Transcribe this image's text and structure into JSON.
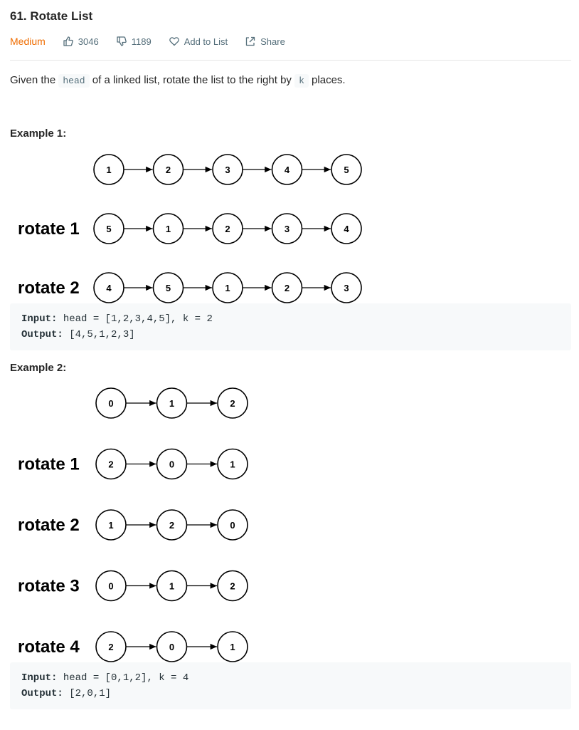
{
  "problem": {
    "title": "61. Rotate List",
    "difficulty": "Medium",
    "difficulty_color": "#ef6c00",
    "likes": "3046",
    "dislikes": "1189",
    "add_to_list": "Add to List",
    "share": "Share"
  },
  "description": {
    "prefix": "Given the ",
    "code1": "head",
    "middle": " of a linked list, rotate the list to the right by ",
    "code2": "k",
    "suffix": " places."
  },
  "example1": {
    "heading": "Example 1:",
    "rows": [
      {
        "label": "",
        "nodes": [
          "1",
          "2",
          "3",
          "4",
          "5"
        ]
      },
      {
        "label": "rotate 1",
        "nodes": [
          "5",
          "1",
          "2",
          "3",
          "4"
        ]
      },
      {
        "label": "rotate 2",
        "nodes": [
          "4",
          "5",
          "1",
          "2",
          "3"
        ]
      }
    ],
    "input_key": "Input:",
    "input_value": " head = [1,2,3,4,5], k = 2",
    "output_key": "Output:",
    "output_value": " [4,5,1,2,3]"
  },
  "example2": {
    "heading": "Example 2:",
    "rows": [
      {
        "label": "",
        "nodes": [
          "0",
          "1",
          "2"
        ]
      },
      {
        "label": "rotate 1",
        "nodes": [
          "2",
          "0",
          "1"
        ]
      },
      {
        "label": "rotate 2",
        "nodes": [
          "1",
          "2",
          "0"
        ]
      },
      {
        "label": "rotate 3",
        "nodes": [
          "0",
          "1",
          "2"
        ]
      },
      {
        "label": "rotate 4",
        "nodes": [
          "2",
          "0",
          "1"
        ]
      }
    ],
    "input_key": "Input:",
    "input_value": " head = [0,1,2], k = 4",
    "output_key": "Output:",
    "output_value": " [2,0,1]"
  }
}
